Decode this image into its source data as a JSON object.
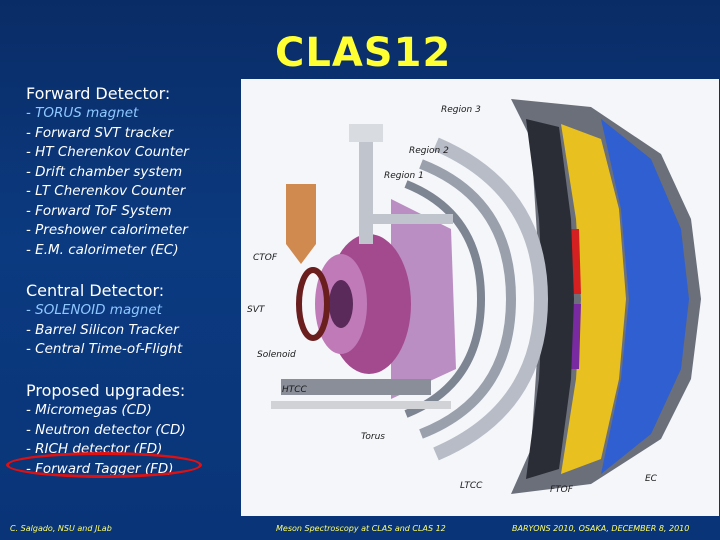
{
  "title": "CLAS12",
  "forward": {
    "heading": "Forward Detector:",
    "items": [
      "- TORUS magnet",
      "- Forward SVT tracker",
      "- HT Cherenkov Counter",
      "- Drift chamber system",
      "- LT Cherenkov Counter",
      "- Forward ToF System",
      "- Preshower calorimeter",
      "- E.M. calorimeter (EC)"
    ]
  },
  "central": {
    "heading": "Central Detector:",
    "items": [
      "- SOLENOID magnet",
      "- Barrel Silicon Tracker",
      "- Central Time-of-Flight"
    ]
  },
  "upgrades": {
    "heading": "Proposed upgrades:",
    "items": [
      "- Micromegas (CD)",
      "- Neutron detector (CD)",
      "- RICH detector (FD)",
      "- Forward Tagger (FD)"
    ]
  },
  "figure_labels": {
    "region3": "Region 3",
    "region2": "Region 2",
    "region1": "Region 1",
    "ctof": "CTOF",
    "svt": "SVT",
    "solenoid": "Solenoid",
    "htcc": "HTCC",
    "torus": "Torus",
    "ltcc": "LTCC",
    "ftof": "FTOF",
    "ec": "EC"
  },
  "footer": {
    "left": "C. Salgado, NSU and JLab",
    "center": "Meson Spectroscopy at CLAS and CLAS 12",
    "right": "BARYONS 2010, OSAKA, DECEMBER 8, 2010"
  },
  "colors": {
    "background": "#0a3478",
    "title": "#ffff33",
    "highlight": "#8ec8ff",
    "circle": "#e01010",
    "footer": "#ffff66"
  }
}
